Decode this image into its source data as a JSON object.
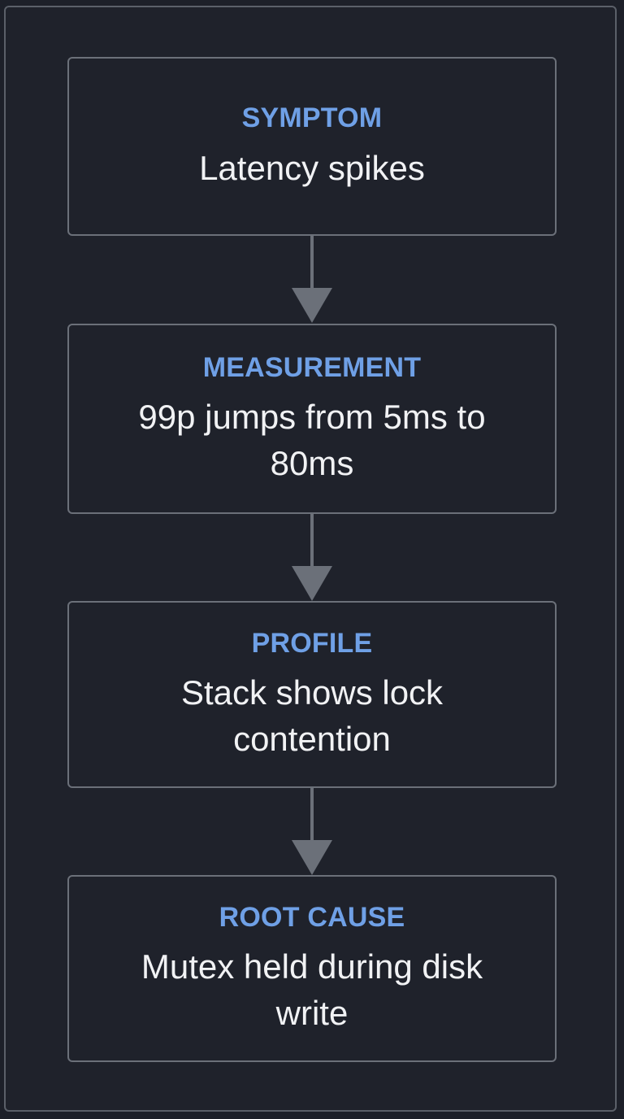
{
  "flow": {
    "steps": [
      {
        "title": "SYMPTOM",
        "text": "Latency spikes"
      },
      {
        "title": "MEASUREMENT",
        "text": "99p jumps from 5ms to 80ms"
      },
      {
        "title": "PROFILE",
        "text": "Stack shows lock contention"
      },
      {
        "title": "ROOT CAUSE",
        "text": "Mutex held during disk write"
      }
    ]
  },
  "colors": {
    "background": "#1f222b",
    "border": "#6b7079",
    "title": "#6fa0e6",
    "text": "#f1f2f4",
    "arrow": "#6b7079"
  }
}
